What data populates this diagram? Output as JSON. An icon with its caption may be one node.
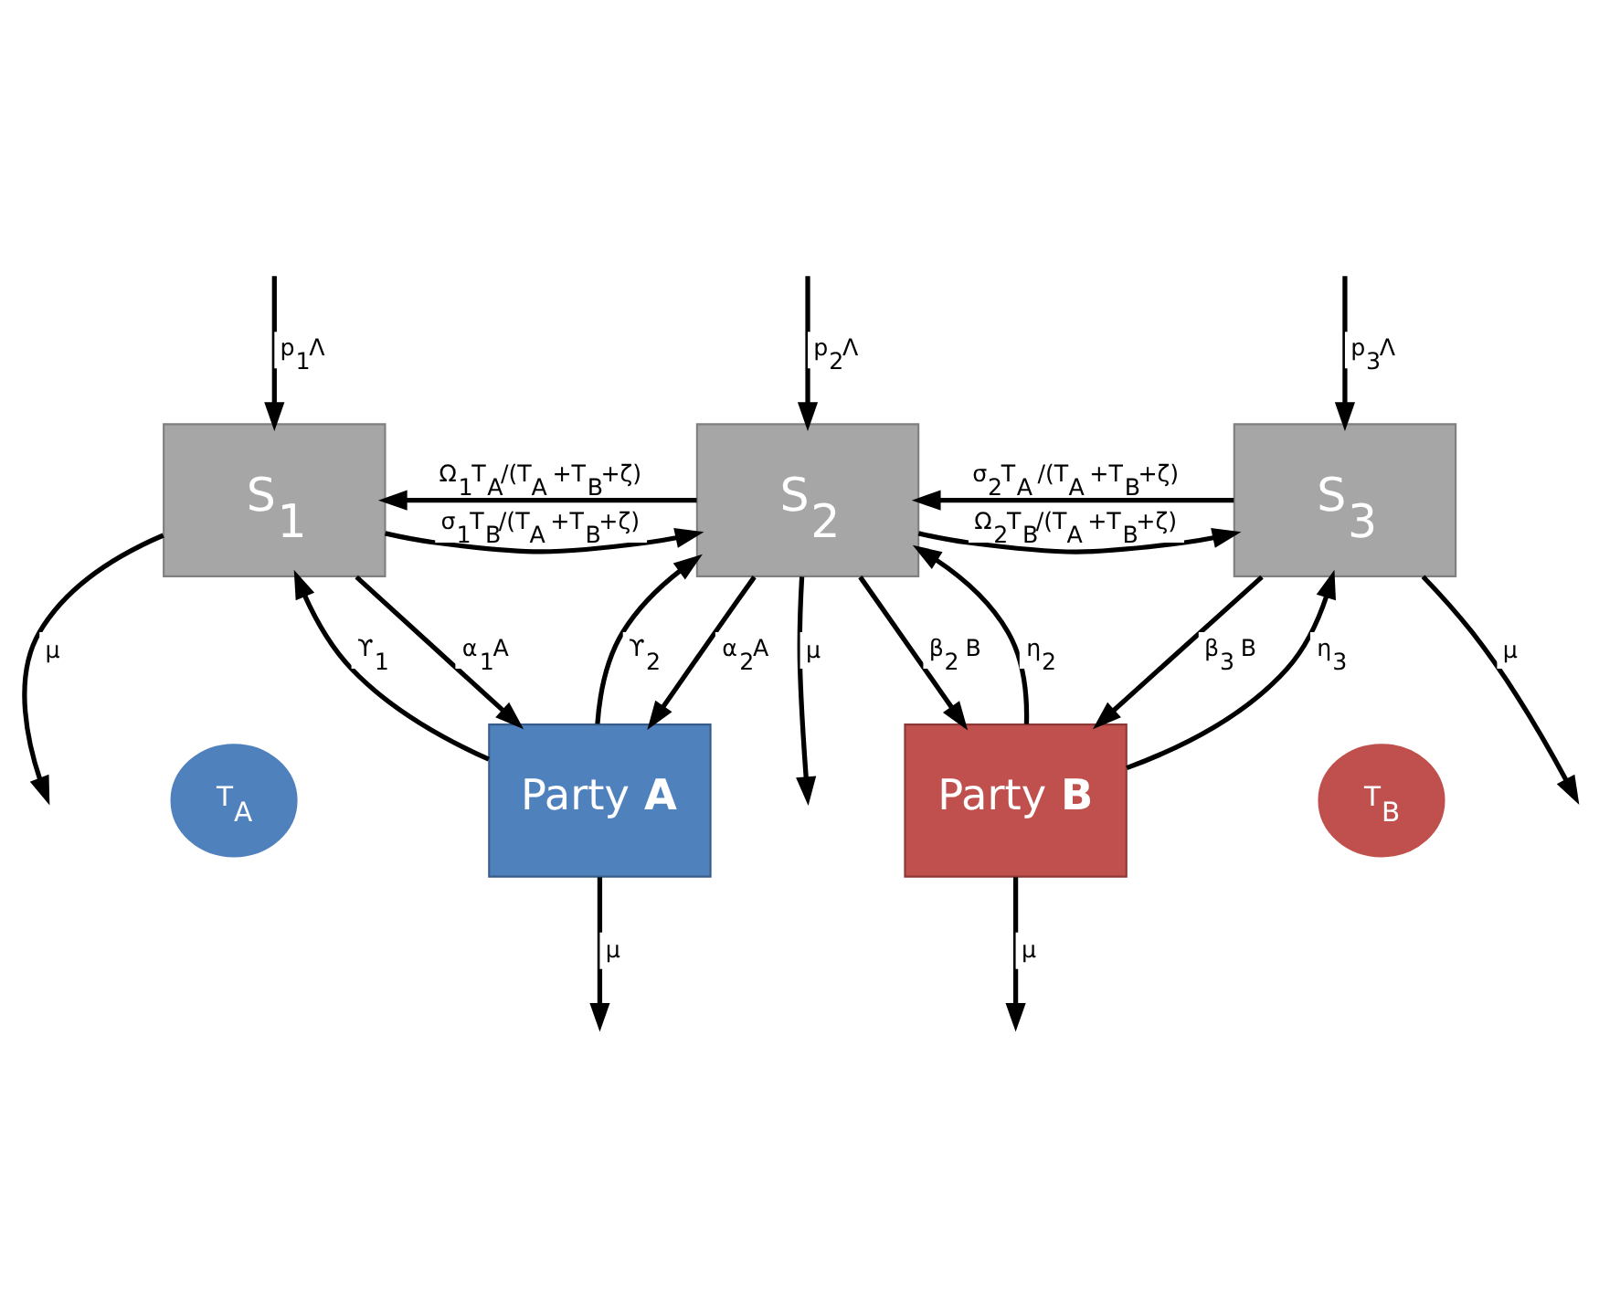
{
  "diagram": {
    "nodes": [
      {
        "text": [
          "S$_{1}$"
        ]
      },
      {
        "text": [
          "S$_{2}$"
        ]
      },
      {
        "text": [
          "S$_{3}$"
        ]
      },
      {
        "text": [
          "Party **A**"
        ]
      },
      {
        "text": [
          "Party **B**"
        ]
      },
      {
        "text": [
          "T$_{A}$"
        ]
      },
      {
        "text": [
          "T$_{B}$"
        ]
      }
    ],
    "edges": [
      {
        "from": 0,
        "to": null,
        "arrow": "to",
        "label": "μ"
      },
      {
        "from": 1,
        "to": null,
        "arrow": "to",
        "label": "μ"
      },
      {
        "from": 2,
        "to": null,
        "arrow": "to",
        "label": "μ"
      },
      {
        "from": null,
        "to": 0,
        "arrow": "to",
        "label": "p$_{1}$Λ"
      },
      {
        "from": null,
        "to": 1,
        "arrow": "to",
        "label": "p$_{2}$Λ"
      },
      {
        "from": null,
        "to": 2,
        "arrow": "to",
        "label": "p$_{3}$Λ"
      },
      {
        "from": 1,
        "to": 0,
        "arrow": "to",
        "label": "Ω$_{1}$T$_{A}$/(T$_{A}$ +T$_{B}$+ζ)"
      },
      {
        "from": 0,
        "to": 1,
        "arrow": "to",
        "label": "σ$_{1}$T$_{B}$/(T$_{A}$ +T$_{B}$+ζ)"
      },
      {
        "from": 1,
        "to": 2,
        "arrow": "to",
        "label": "Ω$_{2}$T$_{B}$/(T$_{A}$ +T$_{B}$+ζ)"
      },
      {
        "from": 2,
        "to": 1,
        "arrow": "to",
        "label": "σ$_{2}$T$_{A}$ /(T$_{A}$ +T$_{B}$+ζ)"
      },
      {
        "from": 0,
        "to": 3,
        "arrow": "to",
        "label": "α$_{1}$A"
      },
      {
        "from": 3,
        "to": 0,
        "arrow": "to",
        "label": "ϒ$_{1}$"
      },
      {
        "from": 1,
        "to": 3,
        "arrow": "to",
        "label": "α$_{2}$A"
      },
      {
        "from": 3,
        "to": 1,
        "arrow": "to",
        "label": "ϒ$_{2}$"
      },
      {
        "from": 1,
        "to": 4,
        "arrow": "to",
        "label": "β$_{2}$ B"
      },
      {
        "from": 4,
        "to": 1,
        "arrow": "to",
        "label": "η$_{2}$"
      },
      {
        "from": 2,
        "to": 4,
        "arrow": "to",
        "label": "β$_{3}$ B"
      },
      {
        "from": 4,
        "to": 2,
        "arrow": "to",
        "label": "η$_{3}$"
      },
      {
        "from": 3,
        "to": null,
        "arrow": "to",
        "label": "μ"
      },
      {
        "from": 4,
        "to": null,
        "arrow": "to",
        "label": "μ"
      }
    ]
  }
}
